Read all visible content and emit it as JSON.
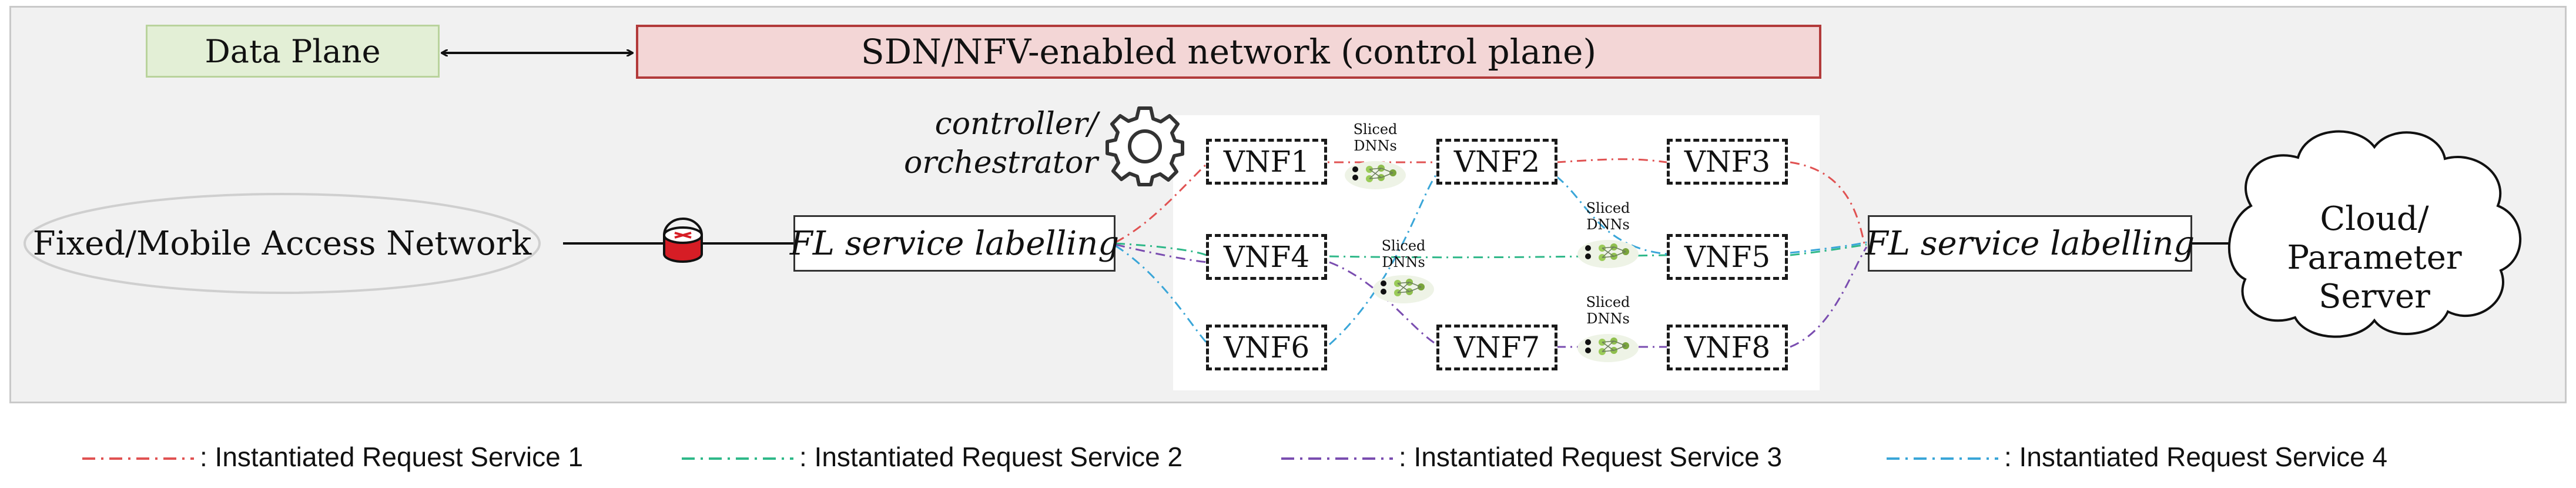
{
  "diagram": {
    "data_plane_label": "Data Plane",
    "control_plane_label": "SDN/NFV-enabled network (control plane)",
    "controller_label_line1": "controller/",
    "controller_label_line2": "orchestrator",
    "access_network_label": "Fixed/Mobile Access Network",
    "fl_labelling_left": "FL service labelling",
    "fl_labelling_right": "FL service labelling",
    "cloud_label_line1": "Cloud/",
    "cloud_label_line2": "Parameter Server",
    "vnfs": [
      "VNF1",
      "VNF2",
      "VNF3",
      "VNF4",
      "VNF5",
      "VNF6",
      "VNF7",
      "VNF8"
    ],
    "sliced_dnn_line1": "Sliced",
    "sliced_dnn_line2": "DNNs",
    "icons": [
      "double-arrow-icon",
      "gear-icon",
      "router-icon",
      "cloud-icon",
      "neural-network-icon"
    ]
  },
  "legend": [
    {
      "label": ": Instantiated Request Service 1",
      "color": "#e05252"
    },
    {
      "label": ": Instantiated Request Service 2",
      "color": "#2fb889"
    },
    {
      "label": ": Instantiated Request Service 3",
      "color": "#7a4db0"
    },
    {
      "label": ": Instantiated Request Service 4",
      "color": "#3aa6d8"
    }
  ]
}
